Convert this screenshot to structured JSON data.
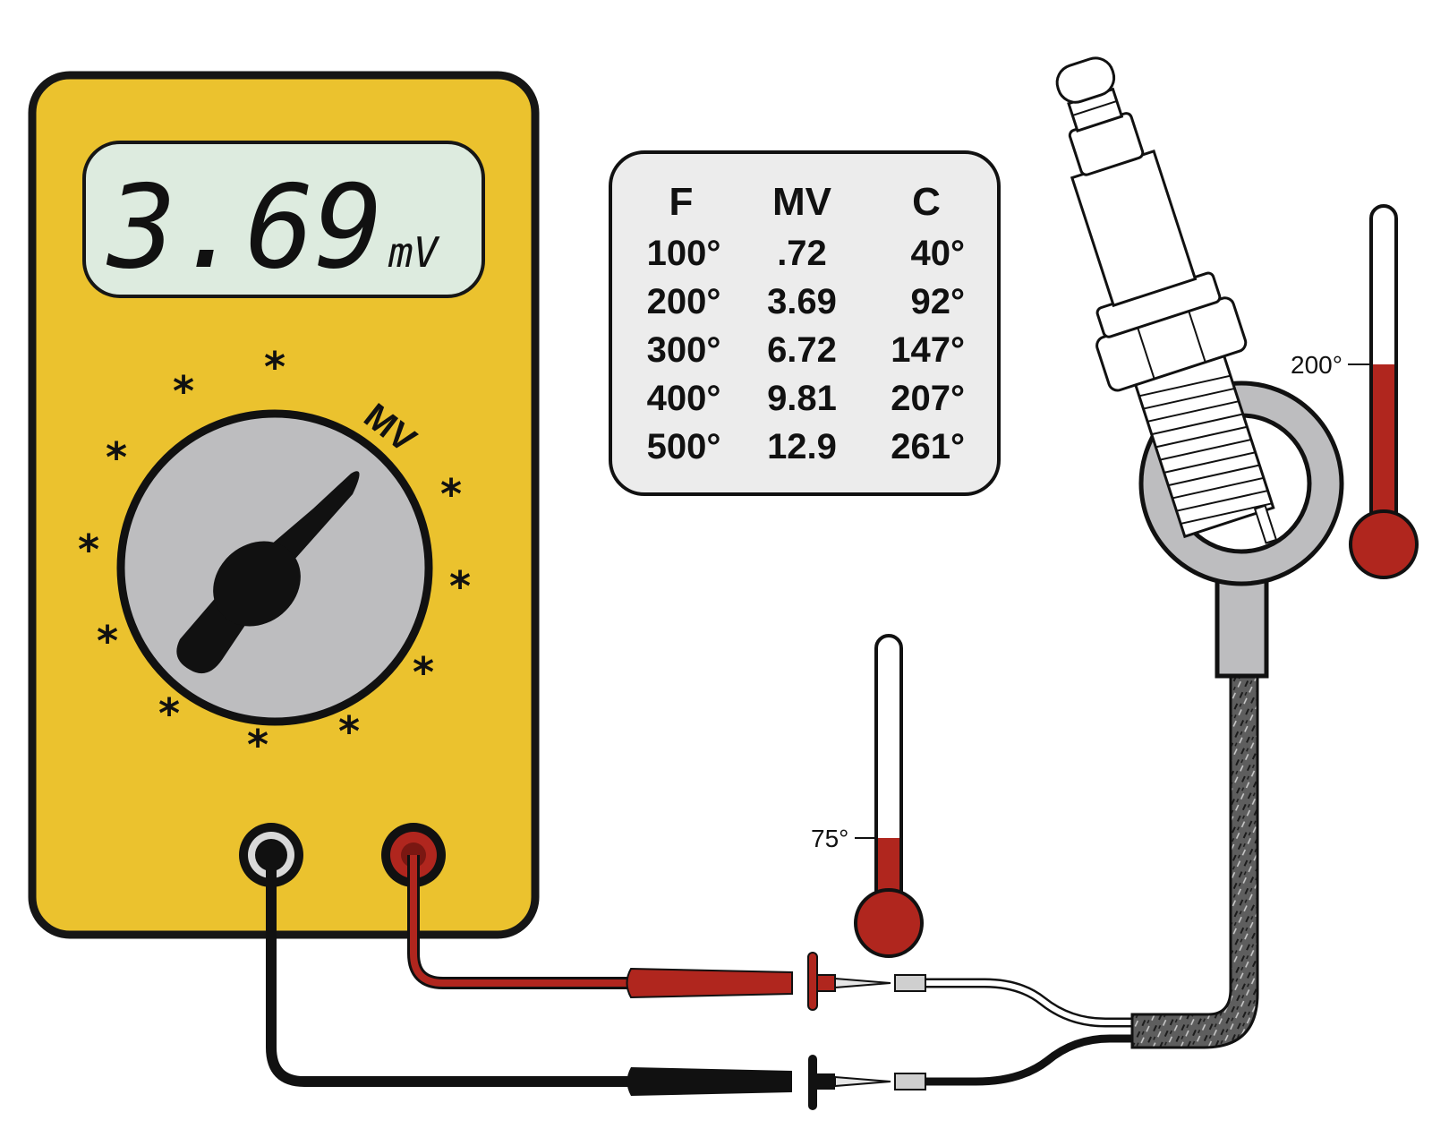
{
  "meter": {
    "reading": "3.69",
    "unit": "mV",
    "dial_label": "MV",
    "dial_marks": [
      "*",
      "*",
      "*",
      "*",
      "*",
      "*",
      "*",
      "*",
      "*",
      "*",
      "*",
      "*"
    ]
  },
  "table": {
    "headers": [
      "F",
      "MV",
      "C"
    ],
    "rows": [
      [
        "100°",
        ".72",
        "40°"
      ],
      [
        "200°",
        "3.69",
        "92°"
      ],
      [
        "300°",
        "6.72",
        "147°"
      ],
      [
        "400°",
        "9.81",
        "207°"
      ],
      [
        "500°",
        "12.9",
        "261°"
      ]
    ]
  },
  "thermometers": {
    "reference": {
      "label": "75°"
    },
    "sensor": {
      "label": "200°"
    }
  },
  "colors": {
    "meter_body": "#EBC22E",
    "lcd": "#DDEBDF",
    "dial": "#BDBDBF",
    "lead_red": "#B0261E",
    "lead_black": "#111111",
    "mercury": "#B0261E",
    "braid": "#5E5E5E"
  }
}
